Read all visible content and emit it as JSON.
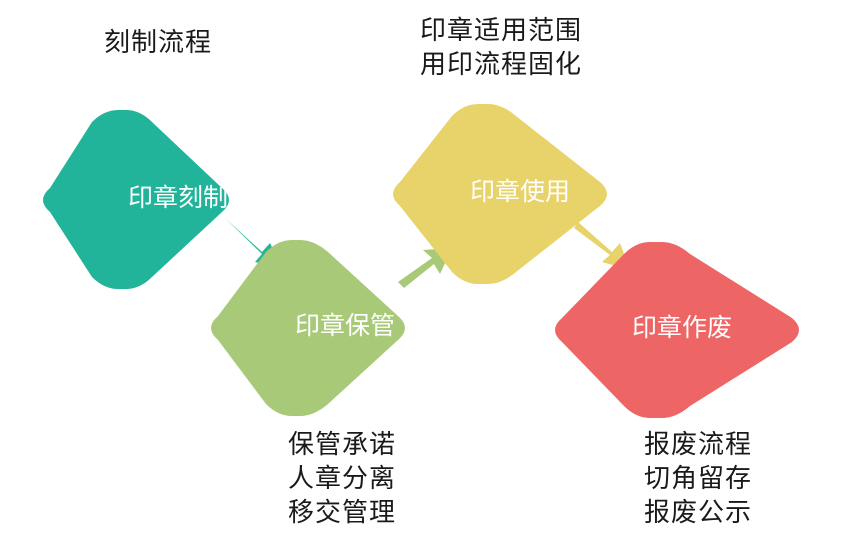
{
  "notes": {
    "engraving": "刻制流程",
    "usage": [
      "印章适用范围",
      "用印流程固化"
    ],
    "custody": [
      "保管承诺",
      "人章分离",
      "移交管理"
    ],
    "void": [
      "报废流程",
      "切角留存",
      "报废公示"
    ]
  },
  "stages": [
    {
      "label": "印章刻制",
      "color": "#21B49A"
    },
    {
      "label": "印章保管",
      "color": "#A8C978"
    },
    {
      "label": "印章使用",
      "color": "#E8D36A"
    },
    {
      "label": "印章作废",
      "color": "#EE6566"
    }
  ],
  "arrow_colors": [
    "#21B49A",
    "#A8C978",
    "#E8D36A"
  ]
}
